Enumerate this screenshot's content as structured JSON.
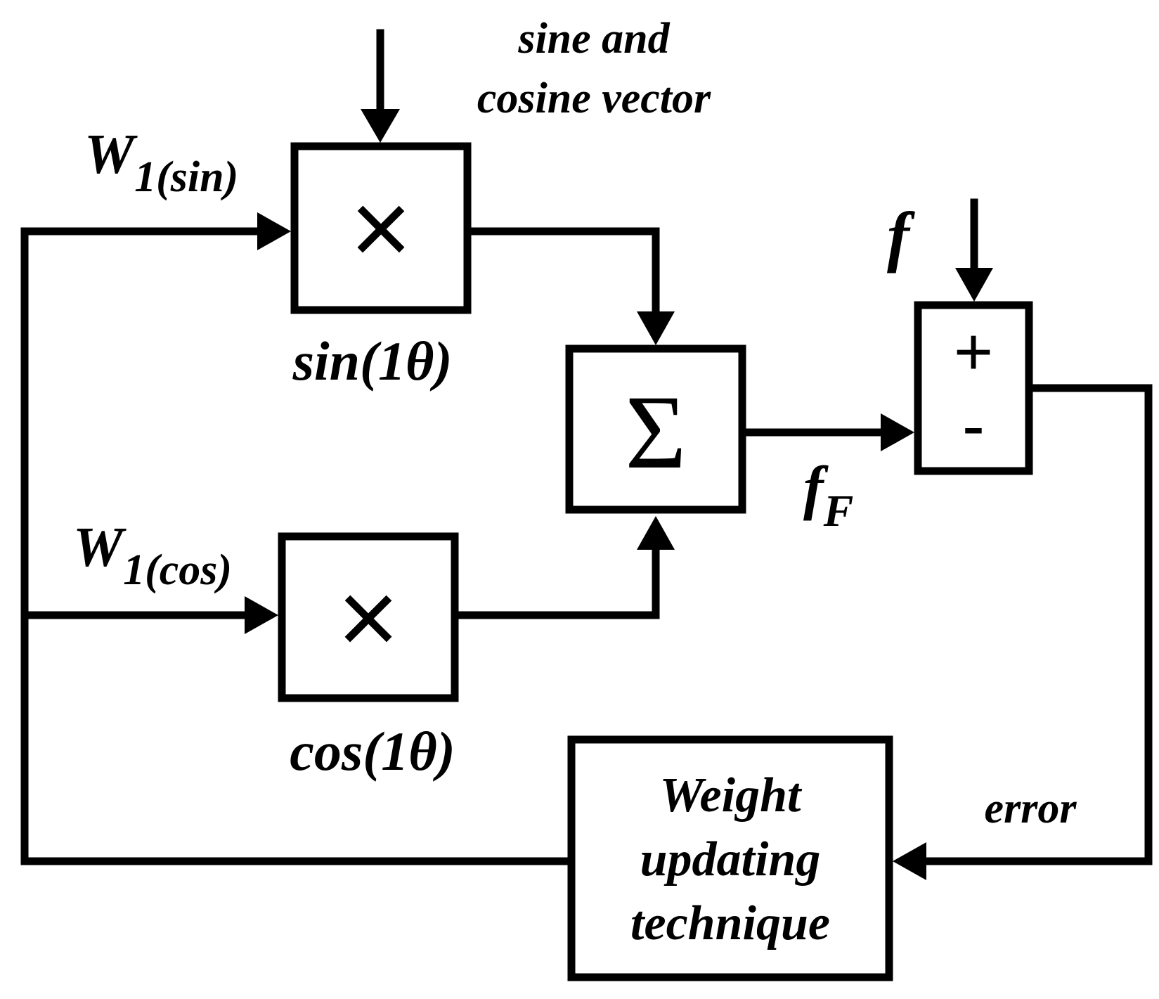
{
  "diagram": {
    "input_sincos": {
      "line1": "sine and",
      "line2": "cosine vector"
    },
    "w_sin": {
      "main": "W",
      "sub": "1(sin)"
    },
    "w_cos": {
      "main": "W",
      "sub": "1(cos)"
    },
    "mult_sin": {
      "symbol": "×",
      "caption": "sin(1θ)"
    },
    "mult_cos": {
      "symbol": "×",
      "caption": "cos(1θ)"
    },
    "summer": {
      "symbol": "Σ"
    },
    "output": {
      "main": "f",
      "sub": "F"
    },
    "reference": {
      "label": "f"
    },
    "comparator": {
      "plus": "+",
      "minus": "-"
    },
    "error": {
      "label": "error"
    },
    "weight_block": {
      "line1": "Weight",
      "line2": "updating",
      "line3": "technique"
    },
    "colors": {
      "ink": "#000000",
      "background": "#ffffff"
    }
  }
}
